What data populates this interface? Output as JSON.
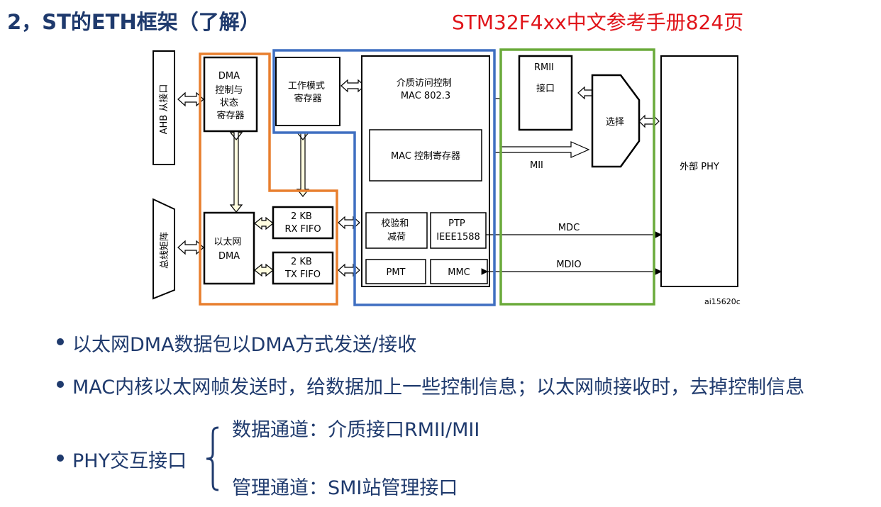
{
  "slide": {
    "title": "2，ST的ETH框架（了解）",
    "reference": "STM32F4xx中文参考手册824页"
  },
  "diagram": {
    "ahb_slave": "AHB 从接口",
    "bus_matrix": "总线矩阵",
    "dma_ctrl": [
      "DMA",
      "控制与",
      "状态",
      "寄存器"
    ],
    "eth_dma": [
      "以太网",
      "DMA"
    ],
    "op_mode": [
      "工作模式",
      "寄存器"
    ],
    "rx_fifo": [
      "2 KB",
      "RX FIFO"
    ],
    "tx_fifo": [
      "2 KB",
      "TX FIFO"
    ],
    "mac": [
      "介质访问控制",
      "MAC 802.3"
    ],
    "mac_reg": "MAC 控制寄存器",
    "checksum": [
      "校验和",
      "减荷"
    ],
    "ptp": [
      "PTP",
      "IEEE1588"
    ],
    "pmt": "PMT",
    "mmc": "MMC",
    "rmii": [
      "RMII",
      "接口"
    ],
    "select": "选择",
    "mii": "MII",
    "mdc": "MDC",
    "mdio": "MDIO",
    "phy": "外部 PHY",
    "figure_id": "ai15620c"
  },
  "bullets": [
    "以太网DMA数据包以DMA方式发送/接收",
    "MAC内核以太网帧发送时，给数据加上一些控制信息；以太网帧接收时，去掉控制信息",
    "PHY交互接口"
  ],
  "phy_items": [
    "数据通道：介质接口RMII/MII",
    "管理通道：SMI站管理接口"
  ],
  "colors": {
    "title": "#1f3a6d",
    "reference": "#e0141a",
    "highlight_dma": "#e87f2e",
    "highlight_mac": "#3f6fc1",
    "highlight_phy": "#6aaa3a",
    "arrow_fill": "#fffde0"
  }
}
